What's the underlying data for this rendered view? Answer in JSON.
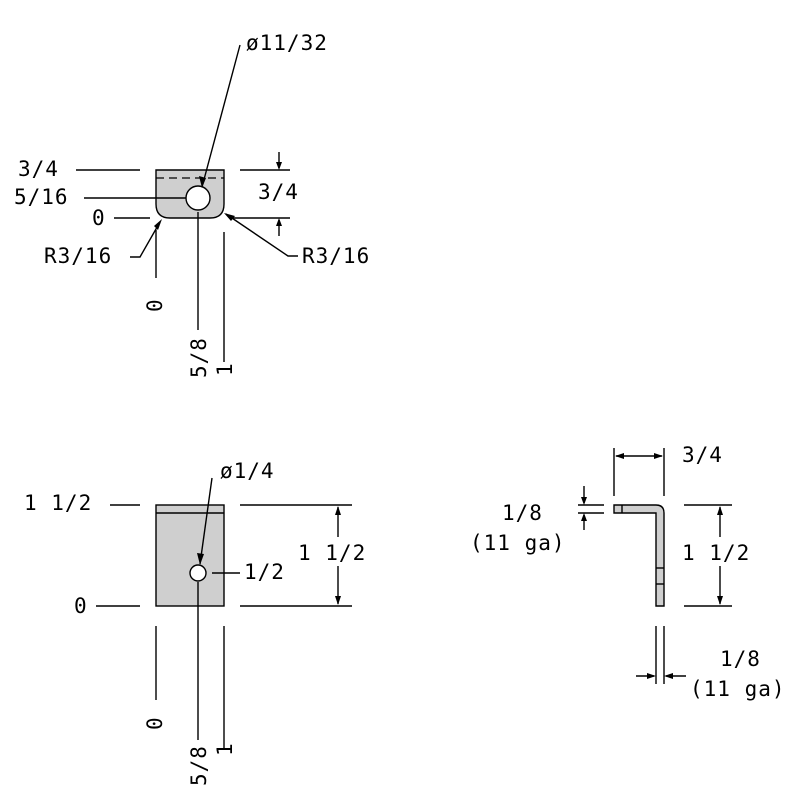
{
  "top_view": {
    "hole_dia": "ø11/32",
    "label_3_4_left": "3/4",
    "label_5_16": "5/16",
    "label_0_left": "0",
    "label_r_left": "R3/16",
    "label_r_right": "R3/16",
    "label_3_4_right": "3/4",
    "label_0_bottom": "0",
    "label_5_8": "5/8",
    "label_1": "1"
  },
  "front_view": {
    "hole_dia": "ø1/4",
    "label_1_1_2_left": "1 1/2",
    "label_0_left": "0",
    "label_1_2": "1/2",
    "label_1_1_2_right": "1 1/2",
    "label_0_bottom": "0",
    "label_5_8": "5/8",
    "label_1": "1"
  },
  "side_view": {
    "label_3_4": "3/4",
    "label_1_8_top": "1/8",
    "label_11ga_top": "(11 ga)",
    "label_1_1_2": "1 1/2",
    "label_1_8_bottom": "1/8",
    "label_11ga_bottom": "(11 ga)"
  }
}
